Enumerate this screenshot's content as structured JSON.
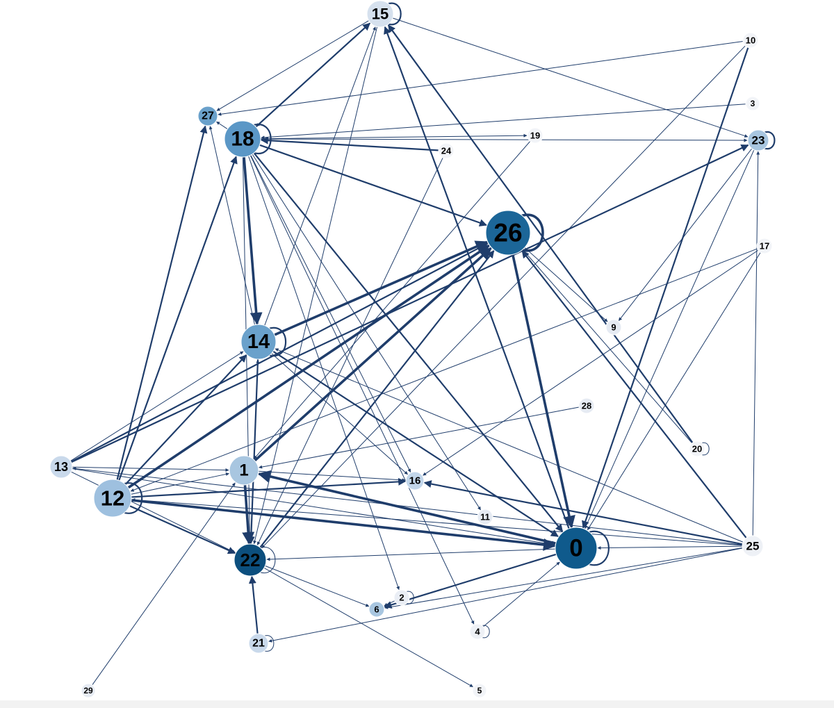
{
  "colors": {
    "edge": "#1f3d6b",
    "node_outline": "#ffffff",
    "background": "#ffffff"
  },
  "nodes": [
    {
      "id": "0",
      "label": "0",
      "color": "#0f5a8c"
    },
    {
      "id": "1",
      "label": "1",
      "color": "#a8c6e0"
    },
    {
      "id": "2",
      "label": "2",
      "color": "#eaeef5"
    },
    {
      "id": "3",
      "label": "3",
      "color": "#f2f4f8"
    },
    {
      "id": "4",
      "label": "4",
      "color": "#eef1f6"
    },
    {
      "id": "5",
      "label": "5",
      "color": "#f2f4f8"
    },
    {
      "id": "6",
      "label": "6",
      "color": "#a8c6e0"
    },
    {
      "id": "9",
      "label": "9",
      "color": "#e6ebf3"
    },
    {
      "id": "10",
      "label": "10",
      "color": "#f2f4f8"
    },
    {
      "id": "11",
      "label": "11",
      "color": "#e6ebf3"
    },
    {
      "id": "12",
      "label": "12",
      "color": "#9ec0df"
    },
    {
      "id": "13",
      "label": "13",
      "color": "#c9d9eb"
    },
    {
      "id": "14",
      "label": "14",
      "color": "#6aa1cb"
    },
    {
      "id": "15",
      "label": "15",
      "color": "#d6e1ee"
    },
    {
      "id": "16",
      "label": "16",
      "color": "#c2d6ea"
    },
    {
      "id": "17",
      "label": "17",
      "color": "#f2f4f8"
    },
    {
      "id": "18",
      "label": "18",
      "color": "#5b97c6"
    },
    {
      "id": "19",
      "label": "19",
      "color": "#f2f4f8"
    },
    {
      "id": "20",
      "label": "20",
      "color": "#f2f4f8"
    },
    {
      "id": "21",
      "label": "21",
      "color": "#c9d9eb"
    },
    {
      "id": "22",
      "label": "22",
      "color": "#0c4f7e"
    },
    {
      "id": "23",
      "label": "23",
      "color": "#a8c6e0"
    },
    {
      "id": "24",
      "label": "24",
      "color": "#f2f4f8"
    },
    {
      "id": "25",
      "label": "25",
      "color": "#eef1f6"
    },
    {
      "id": "26",
      "label": "26",
      "color": "#1c6698"
    },
    {
      "id": "27",
      "label": "27",
      "color": "#6aa1cb"
    },
    {
      "id": "28",
      "label": "28",
      "color": "#e6ebf3"
    },
    {
      "id": "29",
      "label": "29",
      "color": "#e6ebf3"
    }
  ],
  "edges": [
    {
      "from": "12",
      "to": "0",
      "weight": 3
    },
    {
      "from": "12",
      "to": "26",
      "weight": 3
    },
    {
      "from": "12",
      "to": "18",
      "weight": 2
    },
    {
      "from": "12",
      "to": "27",
      "weight": 2
    },
    {
      "from": "12",
      "to": "14",
      "weight": 2
    },
    {
      "from": "12",
      "to": "16",
      "weight": 2
    },
    {
      "from": "12",
      "to": "22",
      "weight": 2
    },
    {
      "from": "12",
      "to": "1",
      "weight": 1
    },
    {
      "from": "12",
      "to": "12",
      "weight": 2
    },
    {
      "from": "13",
      "to": "26",
      "weight": 2
    },
    {
      "from": "13",
      "to": "23",
      "weight": 2
    },
    {
      "from": "13",
      "to": "14",
      "weight": 1
    },
    {
      "from": "13",
      "to": "1",
      "weight": 1
    },
    {
      "from": "13",
      "to": "0",
      "weight": 1
    },
    {
      "from": "13",
      "to": "22",
      "weight": 1
    },
    {
      "from": "14",
      "to": "26",
      "weight": 3
    },
    {
      "from": "14",
      "to": "22",
      "weight": 2
    },
    {
      "from": "14",
      "to": "0",
      "weight": 2
    },
    {
      "from": "14",
      "to": "27",
      "weight": 1
    },
    {
      "from": "14",
      "to": "15",
      "weight": 1
    },
    {
      "from": "14",
      "to": "16",
      "weight": 1
    },
    {
      "from": "14",
      "to": "14",
      "weight": 2
    },
    {
      "from": "18",
      "to": "14",
      "weight": 3
    },
    {
      "from": "18",
      "to": "26",
      "weight": 2
    },
    {
      "from": "18",
      "to": "15",
      "weight": 2
    },
    {
      "from": "18",
      "to": "0",
      "weight": 2
    },
    {
      "from": "18",
      "to": "22",
      "weight": 1
    },
    {
      "from": "18",
      "to": "27",
      "weight": 1
    },
    {
      "from": "18",
      "to": "23",
      "weight": 1
    },
    {
      "from": "18",
      "to": "19",
      "weight": 1
    },
    {
      "from": "18",
      "to": "11",
      "weight": 1
    },
    {
      "from": "18",
      "to": "16",
      "weight": 1
    },
    {
      "from": "18",
      "to": "2",
      "weight": 1
    },
    {
      "from": "18",
      "to": "4",
      "weight": 1
    },
    {
      "from": "18",
      "to": "18",
      "weight": 2
    },
    {
      "from": "24",
      "to": "18",
      "weight": 2
    },
    {
      "from": "24",
      "to": "22",
      "weight": 1
    },
    {
      "from": "19",
      "to": "1",
      "weight": 1
    },
    {
      "from": "3",
      "to": "18",
      "weight": 1
    },
    {
      "from": "10",
      "to": "0",
      "weight": 2
    },
    {
      "from": "10",
      "to": "27",
      "weight": 1
    },
    {
      "from": "10",
      "to": "22",
      "weight": 1
    },
    {
      "from": "26",
      "to": "0",
      "weight": 3
    },
    {
      "from": "26",
      "to": "26",
      "weight": 3
    },
    {
      "from": "26",
      "to": "9",
      "weight": 1
    },
    {
      "from": "0",
      "to": "15",
      "weight": 2
    },
    {
      "from": "0",
      "to": "0",
      "weight": 2
    },
    {
      "from": "0",
      "to": "6",
      "weight": 2
    },
    {
      "from": "0",
      "to": "22",
      "weight": 1
    },
    {
      "from": "0",
      "to": "1",
      "weight": 3
    },
    {
      "from": "1",
      "to": "26",
      "weight": 3
    },
    {
      "from": "1",
      "to": "22",
      "weight": 3
    },
    {
      "from": "1",
      "to": "16",
      "weight": 1
    },
    {
      "from": "1",
      "to": "0",
      "weight": 1
    },
    {
      "from": "22",
      "to": "26",
      "weight": 2
    },
    {
      "from": "22",
      "to": "14",
      "weight": 1
    },
    {
      "from": "22",
      "to": "6",
      "weight": 1
    },
    {
      "from": "22",
      "to": "5",
      "weight": 1
    },
    {
      "from": "22",
      "to": "22",
      "weight": 1
    },
    {
      "from": "21",
      "to": "22",
      "weight": 2
    },
    {
      "from": "21",
      "to": "21",
      "weight": 1
    },
    {
      "from": "20",
      "to": "15",
      "weight": 2
    },
    {
      "from": "20",
      "to": "26",
      "weight": 1
    },
    {
      "from": "20",
      "to": "20",
      "weight": 1
    },
    {
      "from": "25",
      "to": "26",
      "weight": 2
    },
    {
      "from": "25",
      "to": "16",
      "weight": 2
    },
    {
      "from": "25",
      "to": "0",
      "weight": 1
    },
    {
      "from": "25",
      "to": "13",
      "weight": 1
    },
    {
      "from": "25",
      "to": "12",
      "weight": 1
    },
    {
      "from": "25",
      "to": "6",
      "weight": 1
    },
    {
      "from": "25",
      "to": "21",
      "weight": 1
    },
    {
      "from": "25",
      "to": "23",
      "weight": 1
    },
    {
      "from": "25",
      "to": "14",
      "weight": 1
    },
    {
      "from": "17",
      "to": "0",
      "weight": 1
    },
    {
      "from": "17",
      "to": "16",
      "weight": 1
    },
    {
      "from": "17",
      "to": "12",
      "weight": 1
    },
    {
      "from": "23",
      "to": "0",
      "weight": 1
    },
    {
      "from": "23",
      "to": "9",
      "weight": 1
    },
    {
      "from": "23",
      "to": "23",
      "weight": 2
    },
    {
      "from": "15",
      "to": "18",
      "weight": 1
    },
    {
      "from": "15",
      "to": "23",
      "weight": 1
    },
    {
      "from": "15",
      "to": "22",
      "weight": 1
    },
    {
      "from": "15",
      "to": "27",
      "weight": 1
    },
    {
      "from": "15",
      "to": "15",
      "weight": 2
    },
    {
      "from": "28",
      "to": "1",
      "weight": 1
    },
    {
      "from": "4",
      "to": "0",
      "weight": 1
    },
    {
      "from": "4",
      "to": "4",
      "weight": 1
    },
    {
      "from": "2",
      "to": "6",
      "weight": 1
    },
    {
      "from": "2",
      "to": "2",
      "weight": 1
    },
    {
      "from": "29",
      "to": "1",
      "weight": 1
    }
  ]
}
